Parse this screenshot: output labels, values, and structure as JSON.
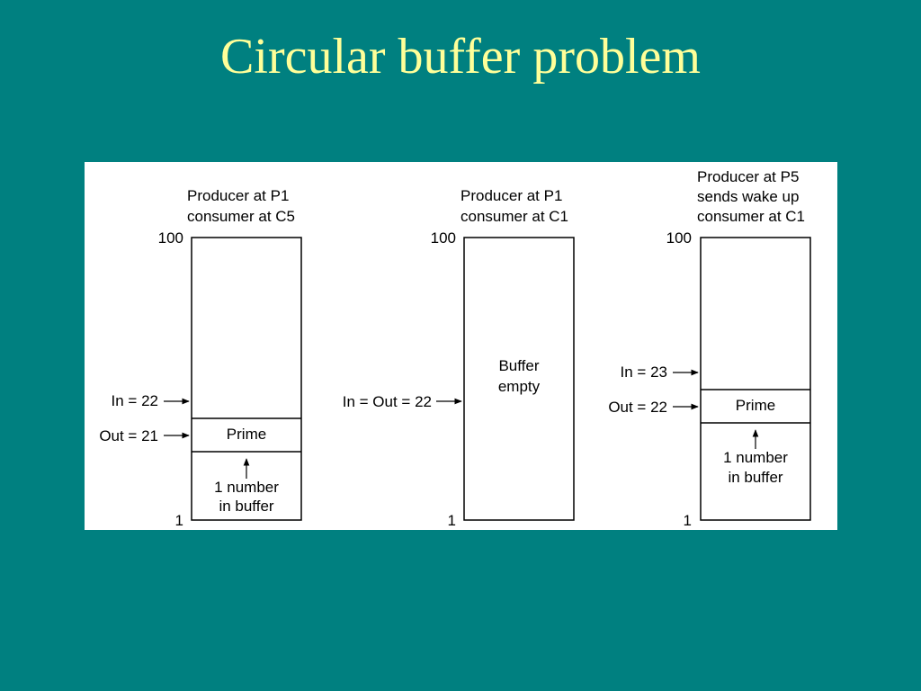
{
  "slide": {
    "title": "Circular buffer problem"
  },
  "diagram": {
    "panels": [
      {
        "heading": [
          "Producer at P1",
          "consumer at C5"
        ],
        "top_label": "100",
        "bottom_label": "1",
        "in_label": "In = 22",
        "out_label": "Out = 21",
        "slot_label": "Prime",
        "note": [
          "1 number",
          "in buffer"
        ]
      },
      {
        "heading": [
          "Producer at P1",
          "consumer at C1"
        ],
        "top_label": "100",
        "bottom_label": "1",
        "in_out_label": "In = Out = 22",
        "center_text": [
          "Buffer",
          "empty"
        ]
      },
      {
        "heading": [
          "Producer at P5",
          "sends wake up",
          "consumer at C1"
        ],
        "top_label": "100",
        "bottom_label": "1",
        "in_label": "In = 23",
        "out_label": "Out = 22",
        "slot_label": "Prime",
        "note": [
          "1 number",
          "in buffer"
        ]
      }
    ]
  },
  "colors": {
    "background": "#008080",
    "title": "#ffff99",
    "figure_background": "#ffffff",
    "ink": "#000000"
  }
}
